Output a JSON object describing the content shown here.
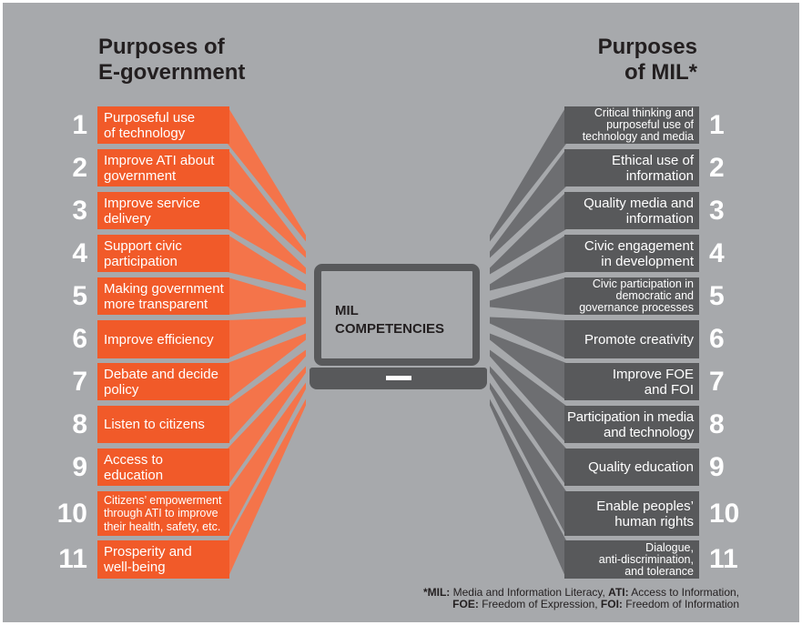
{
  "colors": {
    "background": "#a7a9ac",
    "left_box": "#f15a29",
    "left_ray": "#f4744a",
    "right_box": "#58595b",
    "right_ray": "#6d6e71",
    "laptop": "#58595b",
    "title_text": "#231f20",
    "number_text": "#ffffff",
    "box_text": "#ffffff",
    "screen_slot": "#ffffff"
  },
  "left": {
    "title": [
      "Purposes of",
      "E-government"
    ],
    "items": [
      {
        "number": "1",
        "lines": [
          "Purposeful use",
          "of technology"
        ]
      },
      {
        "number": "2",
        "lines": [
          "Improve ATI about",
          "government"
        ]
      },
      {
        "number": "3",
        "lines": [
          "Improve service",
          "delivery"
        ]
      },
      {
        "number": "4",
        "lines": [
          "Support civic",
          "participation"
        ]
      },
      {
        "number": "5",
        "lines": [
          "Making government",
          "more transparent"
        ]
      },
      {
        "number": "6",
        "lines": [
          "Improve efficiency"
        ]
      },
      {
        "number": "7",
        "lines": [
          "Debate and decide",
          "policy"
        ]
      },
      {
        "number": "8",
        "lines": [
          "Listen to citizens"
        ]
      },
      {
        "number": "9",
        "lines": [
          "Access to",
          "education"
        ]
      },
      {
        "number": "10",
        "lines": [
          "Citizens’ empowerment",
          "through ATI to improve",
          "their health, safety, etc."
        ]
      },
      {
        "number": "11",
        "lines": [
          "Prosperity and",
          "well-being"
        ]
      }
    ]
  },
  "right": {
    "title": [
      "Purposes",
      "of MIL*"
    ],
    "items": [
      {
        "number": "1",
        "lines": [
          "Critical thinking and",
          "purposeful use of",
          "technology and media"
        ]
      },
      {
        "number": "2",
        "lines": [
          "Ethical use of",
          "information"
        ]
      },
      {
        "number": "3",
        "lines": [
          "Quality media and",
          "information"
        ]
      },
      {
        "number": "4",
        "lines": [
          "Civic engagement",
          "in development"
        ]
      },
      {
        "number": "5",
        "lines": [
          "Civic participation in",
          "democratic and",
          "governance processes"
        ]
      },
      {
        "number": "6",
        "lines": [
          "Promote creativity"
        ]
      },
      {
        "number": "7",
        "lines": [
          "Improve FOE",
          "and FOI"
        ]
      },
      {
        "number": "8",
        "lines": [
          "Participation in media",
          "and technology"
        ]
      },
      {
        "number": "9",
        "lines": [
          "Quality education"
        ]
      },
      {
        "number": "10",
        "lines": [
          "Enable peoples’",
          "human rights"
        ]
      },
      {
        "number": "11",
        "lines": [
          "Dialogue,",
          "anti-discrimination,",
          "and tolerance"
        ]
      }
    ]
  },
  "center": {
    "lines": [
      "MIL",
      "COMPETENCIES"
    ]
  },
  "footnote": {
    "line1": [
      {
        "term": "*MIL:",
        "definition": "Media and Information Literacy,"
      },
      {
        "term": "ATI:",
        "definition": "Access to Information,"
      }
    ],
    "line2": [
      {
        "term": "FOE:",
        "definition": "Freedom of Expression,"
      },
      {
        "term": "FOI:",
        "definition": "Freedom of Information"
      }
    ]
  }
}
